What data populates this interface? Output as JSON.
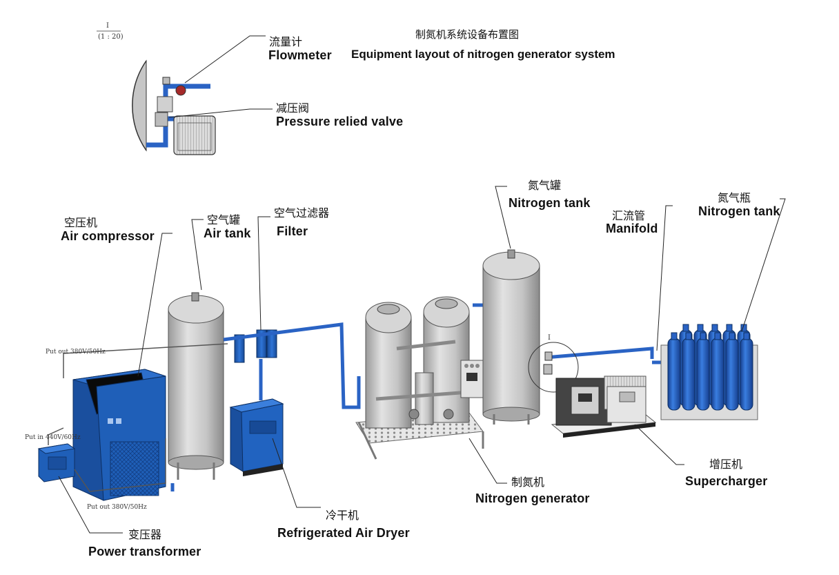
{
  "title": {
    "zh": "制氮机系统设备布置图",
    "en": "Equipment layout of nitrogen generator system"
  },
  "detail": {
    "mark": "I",
    "scale": "(1 : 20)",
    "circle_mark": "I"
  },
  "labels": {
    "flowmeter": {
      "zh": "流量计",
      "en": "Flowmeter"
    },
    "pressure_valve": {
      "zh": "减压阀",
      "en": "Pressure relied valve"
    },
    "air_compressor": {
      "zh": "空压机",
      "en": "Air  compressor"
    },
    "air_tank": {
      "zh": "空气罐",
      "en": "Air tank"
    },
    "filter": {
      "zh": "空气过滤器",
      "en": "Filter"
    },
    "nitrogen_tank_vessel": {
      "zh": "氮气罐",
      "en": "Nitrogen tank"
    },
    "manifold": {
      "zh": "汇流管",
      "en": "Manifold"
    },
    "nitrogen_cylinders": {
      "zh": "氮气瓶",
      "en": "Nitrogen tank"
    },
    "supercharger": {
      "zh": "增压机",
      "en": "Supercharger"
    },
    "nitrogen_generator": {
      "zh": "制氮机",
      "en": "Nitrogen generator"
    },
    "air_dryer": {
      "zh": "冷干机",
      "en": "Refrigerated Air Dryer"
    },
    "power_transformer": {
      "zh": "变压器",
      "en": "Power transformer"
    }
  },
  "power_notes": {
    "put_out_top": "Put out 380V/50Hz",
    "put_in": "Put in 440V/60Hz",
    "put_out_bottom": "Put out 380V/50Hz"
  },
  "colors": {
    "equipment_blue": "#1f5fb8",
    "pipe_blue": "#2a63c4",
    "tank_grey": "#c9c9c9",
    "line": "#222222"
  }
}
